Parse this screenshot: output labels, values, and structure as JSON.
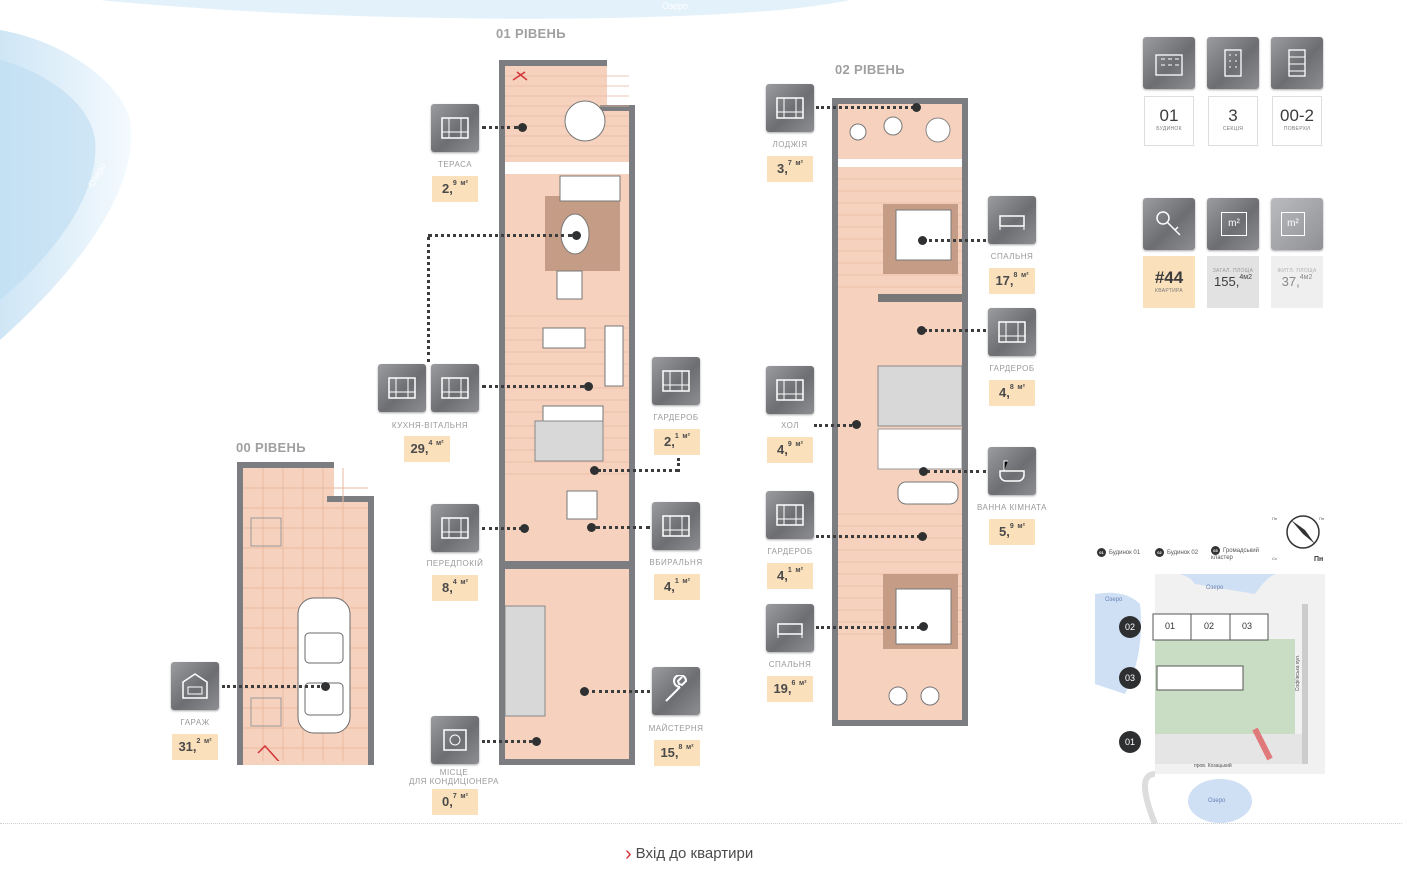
{
  "lake": {
    "top_label": "Озеро",
    "side_label": "Озеро"
  },
  "levels": {
    "level00": "00 РІВЕНЬ",
    "level01": "01 РІВЕНЬ",
    "level02": "02 РІВЕНЬ"
  },
  "rooms": {
    "terrace": {
      "label": "ТЕРАСА",
      "area_int": "2,",
      "area_dec": "9",
      "unit": "м²",
      "icon": "terrace-icon"
    },
    "kitchen": {
      "label": "КУХНЯ-ВІТАЛЬНЯ",
      "area_int": "29,",
      "area_dec": "4",
      "unit": "м²",
      "icon": "kitchen-living-icon"
    },
    "wardrobe1": {
      "label": "ГАРДЕРОБ",
      "area_int": "2,",
      "area_dec": "1",
      "unit": "м²",
      "icon": "wardrobe-icon"
    },
    "hall1": {
      "label": "ПЕРЕДПОКІЙ",
      "area_int": "8,",
      "area_dec": "4",
      "unit": "м²",
      "icon": "hallway-icon"
    },
    "toilet": {
      "label": "ВБИРАЛЬНЯ",
      "area_int": "4,",
      "area_dec": "1",
      "unit": "м²",
      "icon": "toilet-icon"
    },
    "workshop": {
      "label": "МАЙСТЕРНЯ",
      "area_int": "15,",
      "area_dec": "8",
      "unit": "м²",
      "icon": "wrench-icon"
    },
    "ac": {
      "label1": "МІСЦЕ",
      "label2": "ДЛЯ КОНДИЦІОНЕРА",
      "area_int": "0,",
      "area_dec": "7",
      "unit": "м²",
      "icon": "air-conditioner-icon"
    },
    "garage": {
      "label": "ГАРАЖ",
      "area_int": "31,",
      "area_dec": "2",
      "unit": "м²",
      "icon": "garage-icon"
    },
    "loggia": {
      "label": "ЛОДЖІЯ",
      "area_int": "3,",
      "area_dec": "7",
      "unit": "м²",
      "icon": "loggia-icon"
    },
    "bedroom1": {
      "label": "СПАЛЬНЯ",
      "area_int": "17,",
      "area_dec": "8",
      "unit": "м²",
      "icon": "bed-icon"
    },
    "wardrobe2": {
      "label": "ГАРДЕРОБ",
      "area_int": "4,",
      "area_dec": "8",
      "unit": "м²",
      "icon": "wardrobe-icon"
    },
    "hall2": {
      "label": "ХОЛ",
      "area_int": "4,",
      "area_dec": "9",
      "unit": "м²",
      "icon": "hall-icon"
    },
    "bath": {
      "label": "ВАННА КІМНАТА",
      "area_int": "5,",
      "area_dec": "9",
      "unit": "м²",
      "icon": "bathtub-icon"
    },
    "wardrobe3": {
      "label": "ГАРДЕРОБ",
      "area_int": "4,",
      "area_dec": "1",
      "unit": "м²",
      "icon": "wardrobe-icon"
    },
    "bedroom2": {
      "label": "СПАЛЬНЯ",
      "area_int": "19,",
      "area_dec": "6",
      "unit": "м²",
      "icon": "bed-icon"
    }
  },
  "info": {
    "building": {
      "value": "01",
      "caption": "БУДИНОК",
      "icon": "building-icon"
    },
    "section": {
      "value": "3",
      "caption": "СЕКЦІЯ",
      "icon": "section-icon"
    },
    "floors": {
      "value": "00-2",
      "caption": "ПОВЕРХИ",
      "icon": "floors-icon"
    },
    "apartment": {
      "value": "#44",
      "caption": "КВАРТИРА",
      "icon": "keys-icon"
    },
    "total_area": {
      "value": "155,",
      "dec": "4",
      "unit": "м2",
      "caption": "ЗАГАЛ. ПЛОЩА",
      "icon_text": "m²"
    },
    "living_area": {
      "value": "37,",
      "dec": "4",
      "unit": "м2",
      "caption": "ЖИТЛ. ПЛОЩА",
      "icon_text": "m²"
    }
  },
  "compass": {
    "north": "Пн",
    "nw": "Пн",
    "ne": "Пн",
    "sw": "Сх"
  },
  "legend": [
    {
      "num": "01",
      "text": "Будинок 01"
    },
    {
      "num": "02",
      "text": "Будинок 02"
    },
    {
      "num": "03",
      "text": "Громадський кластер"
    }
  ],
  "sitemap": {
    "lake_top": "Озеро",
    "lake_left": "Озеро",
    "lake_bottom": "Озеро",
    "street_bottom": "пров. Козацький",
    "street_right": "Софіївська вул.",
    "blocks": [
      "01",
      "02",
      "03"
    ],
    "badges": [
      "02",
      "03",
      "01"
    ]
  },
  "footer": {
    "enter_link": "Вхід до квартири"
  },
  "colors": {
    "floor": "#f6d2be",
    "wall": "#7b7d80",
    "badge": "#fbe0bc",
    "accent": "#d4343a"
  }
}
